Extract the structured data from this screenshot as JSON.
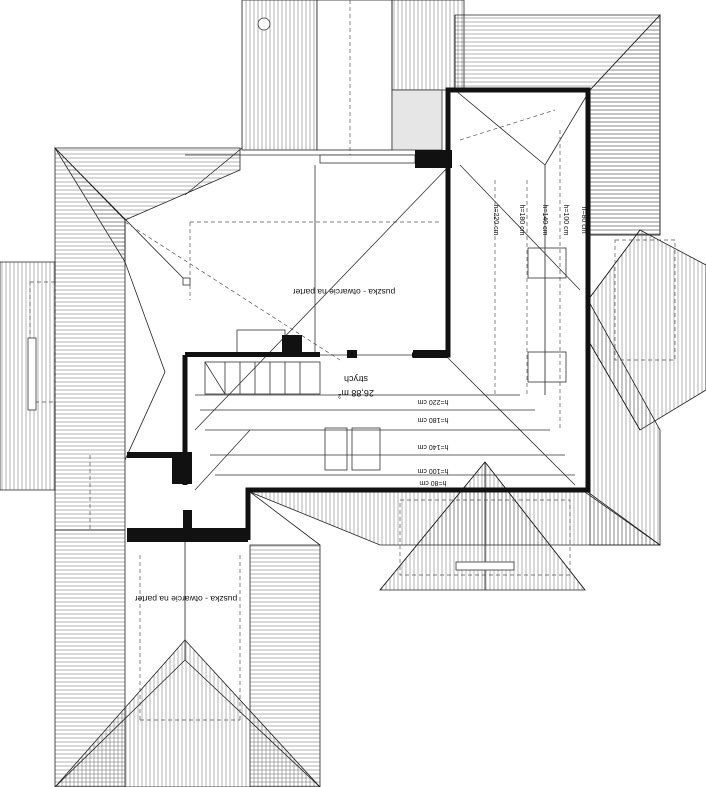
{
  "rooms": {
    "upper_void": "puszka - otwarcie na parter",
    "lower_void": "puszka - otwarcie na parter",
    "attic_name": "strych",
    "attic_area": "26,88 m",
    "attic_area_sup": "2"
  },
  "heights_horizontal": [
    "h=220 cm",
    "h=180 cm",
    "h=140 cm",
    "h=100 cm",
    "h=80 cm"
  ],
  "heights_vertical": [
    "h=220 cm",
    "h=180 cm",
    "h=140 cm",
    "h=100 cm",
    "h=80 cm"
  ]
}
